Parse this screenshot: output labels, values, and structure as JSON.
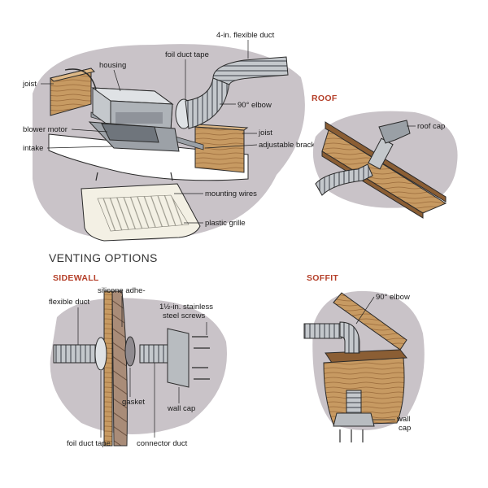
{
  "colors": {
    "background_blob": "#c9c3c8",
    "wood": "#c79a62",
    "wood_dark": "#8b5e34",
    "metal": "#c4c8cc",
    "section_heading": "#b5402a"
  },
  "main_diagram": {
    "labels": {
      "flexible_duct": "4-in. flexible duct",
      "housing": "housing",
      "foil_tape": "foil duct tape",
      "joist_left": "joist",
      "elbow": "90° elbow",
      "blower_motor": "blower motor",
      "intake": "intake",
      "joist_right": "joist",
      "bracket": "adjustable bracket",
      "mounting_wires": "mounting wires",
      "grille": "plastic grille"
    }
  },
  "roof": {
    "title": "ROOF",
    "labels": {
      "roof_cap": "roof cap"
    }
  },
  "venting_options": {
    "heading": "VENTING OPTIONS"
  },
  "sidewall": {
    "title": "SIDEWALL",
    "labels": {
      "flexible_duct": "flexible duct",
      "silicone": "silicone adhe-",
      "screws_1": "1½-in. stainless",
      "screws_2": "steel screws",
      "gasket": "gasket",
      "wall_cap": "wall cap",
      "foil_tape": "foil duct tape",
      "connector_duct": "connector duct"
    }
  },
  "soffit": {
    "title": "SOFFIT",
    "labels": {
      "elbow": "90° elbow",
      "wall_cap_1": "wall",
      "wall_cap_2": "cap"
    }
  }
}
